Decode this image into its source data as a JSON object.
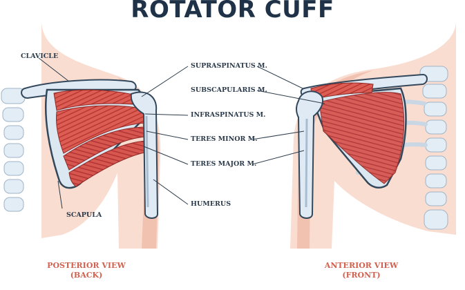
{
  "title": "ROTATOR CUFF",
  "labels": {
    "clavicle": "CLAVICLE",
    "scapula": "SCAPULA",
    "supraspinatus": "SUPRASPINATUS M.",
    "subscapularis": "SUBSCAPULARIS M.",
    "infraspinatus": "INFRASPINATUS M.",
    "teres_minor": "TERES MINOR M.",
    "teres_major": "TERES MAJOR M.",
    "humerus": "HUMERUS"
  },
  "views": {
    "posterior_line1": "POSTERIOR VIEW",
    "posterior_line2": "(BACK)",
    "anterior_line1": "ANTERIOR VIEW",
    "anterior_line2": "(FRONT)"
  },
  "colors": {
    "skin": "#f7d5c8",
    "skin_shadow": "#f0b9a6",
    "muscle": "#d9584f",
    "muscle_stripe": "#c03b36",
    "bone": "#dce8f2",
    "bone_outline": "#3a4d60",
    "view_label": "#d1604e",
    "title": "#1f3247"
  }
}
